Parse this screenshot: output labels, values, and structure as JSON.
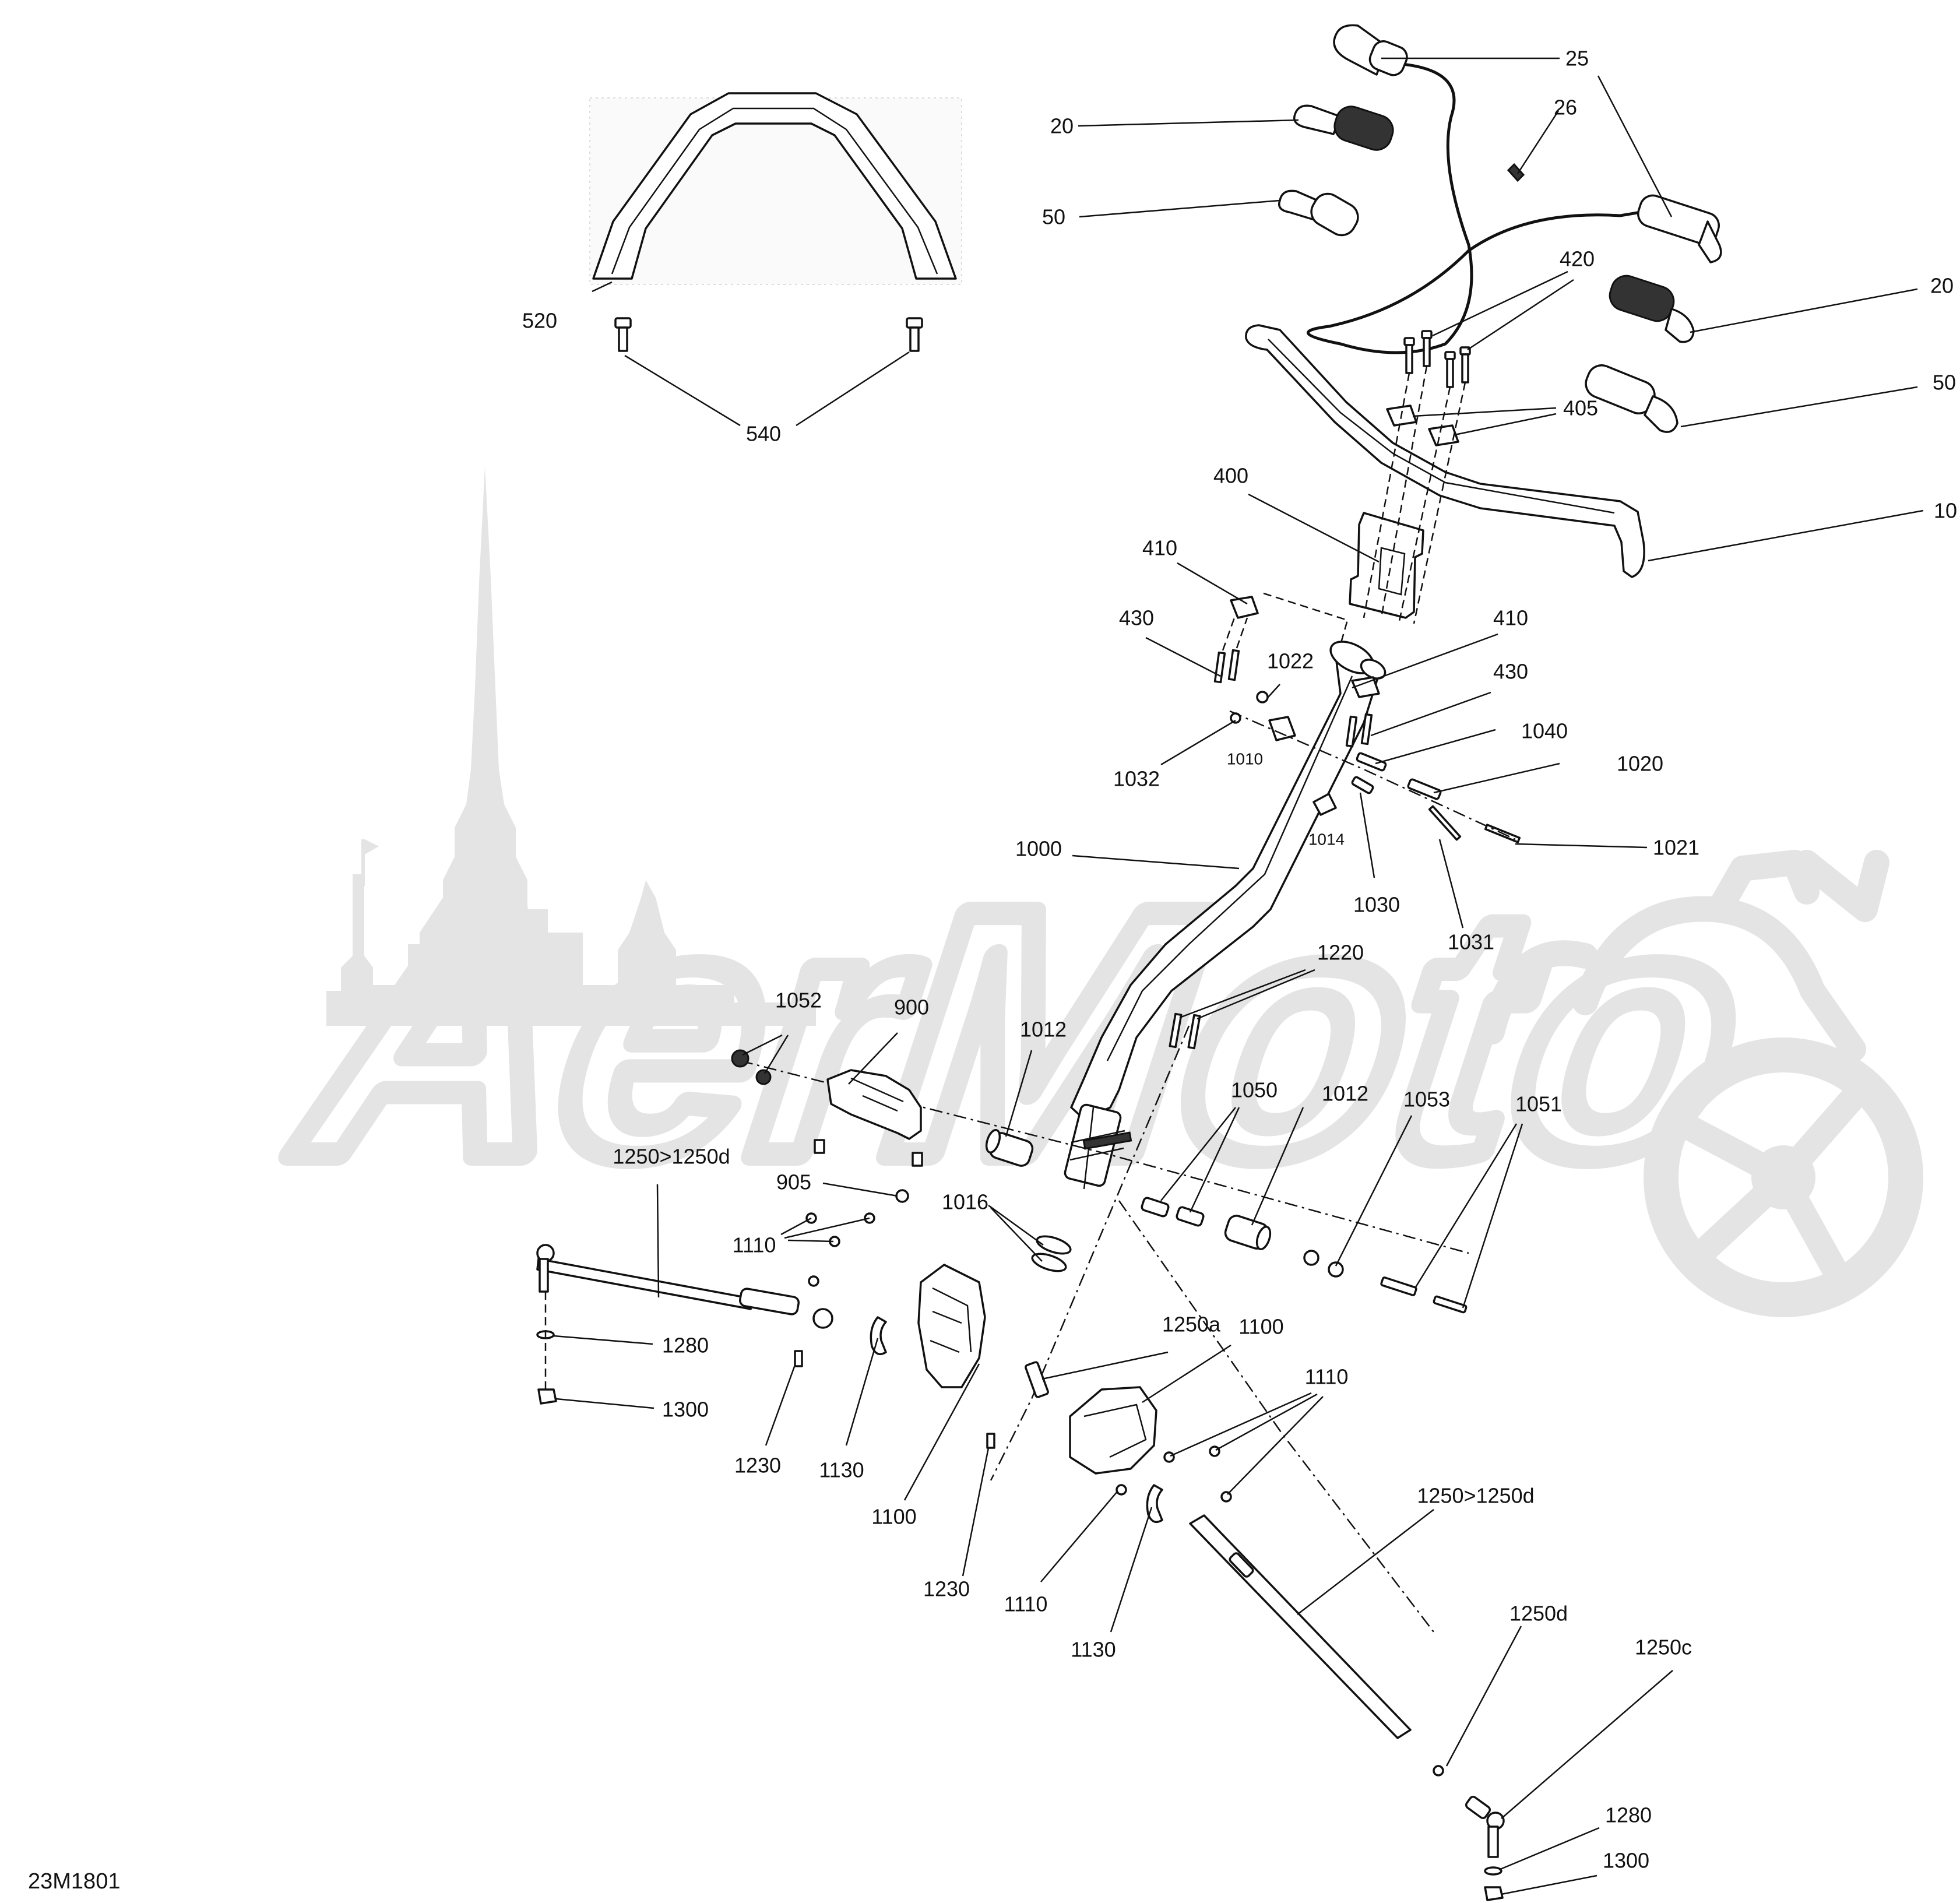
{
  "drawing_number": "23M1801",
  "watermark_text": "AerMoto",
  "callouts": [
    {
      "id": "c25",
      "label": "25"
    },
    {
      "id": "c26",
      "label": "26"
    },
    {
      "id": "c20a",
      "label": "20"
    },
    {
      "id": "c20b",
      "label": "20"
    },
    {
      "id": "c50a",
      "label": "50"
    },
    {
      "id": "c50b",
      "label": "50"
    },
    {
      "id": "c10",
      "label": "10"
    },
    {
      "id": "c420",
      "label": "420"
    },
    {
      "id": "c405",
      "label": "405"
    },
    {
      "id": "c400",
      "label": "400"
    },
    {
      "id": "c410a",
      "label": "410"
    },
    {
      "id": "c410b",
      "label": "410"
    },
    {
      "id": "c430a",
      "label": "430"
    },
    {
      "id": "c430b",
      "label": "430"
    },
    {
      "id": "c1022",
      "label": "1022"
    },
    {
      "id": "c1010",
      "label": "1010"
    },
    {
      "id": "c1032",
      "label": "1032"
    },
    {
      "id": "c1040",
      "label": "1040"
    },
    {
      "id": "c1020",
      "label": "1020"
    },
    {
      "id": "c1014",
      "label": "1014"
    },
    {
      "id": "c1021",
      "label": "1021"
    },
    {
      "id": "c1030",
      "label": "1030"
    },
    {
      "id": "c1031",
      "label": "1031"
    },
    {
      "id": "c1000",
      "label": "1000"
    },
    {
      "id": "c520",
      "label": "520"
    },
    {
      "id": "c540",
      "label": "540"
    },
    {
      "id": "c1052",
      "label": "1052"
    },
    {
      "id": "c900",
      "label": "900"
    },
    {
      "id": "c1012a",
      "label": "1012"
    },
    {
      "id": "c1220",
      "label": "1220"
    },
    {
      "id": "c1050",
      "label": "1050"
    },
    {
      "id": "c1012b",
      "label": "1012"
    },
    {
      "id": "c1053",
      "label": "1053"
    },
    {
      "id": "c1051",
      "label": "1051"
    },
    {
      "id": "c905",
      "label": "905"
    },
    {
      "id": "c1016",
      "label": "1016"
    },
    {
      "id": "c1250top",
      "label": "1250>1250d"
    },
    {
      "id": "c1110a",
      "label": "1110"
    },
    {
      "id": "c1250a",
      "label": "1250a"
    },
    {
      "id": "c1100a",
      "label": "1100"
    },
    {
      "id": "c1280a",
      "label": "1280"
    },
    {
      "id": "c1300a",
      "label": "1300"
    },
    {
      "id": "c1110b",
      "label": "1110"
    },
    {
      "id": "c1230a",
      "label": "1230"
    },
    {
      "id": "c1130a",
      "label": "1130"
    },
    {
      "id": "c1100b",
      "label": "1100"
    },
    {
      "id": "c1250bottom",
      "label": "1250>1250d"
    },
    {
      "id": "c1230b",
      "label": "1230"
    },
    {
      "id": "c1110c",
      "label": "1110"
    },
    {
      "id": "c1130b",
      "label": "1130"
    },
    {
      "id": "c1250d",
      "label": "1250d"
    },
    {
      "id": "c1250c",
      "label": "1250c"
    },
    {
      "id": "c1280b",
      "label": "1280"
    },
    {
      "id": "c1300b",
      "label": "1300"
    }
  ]
}
